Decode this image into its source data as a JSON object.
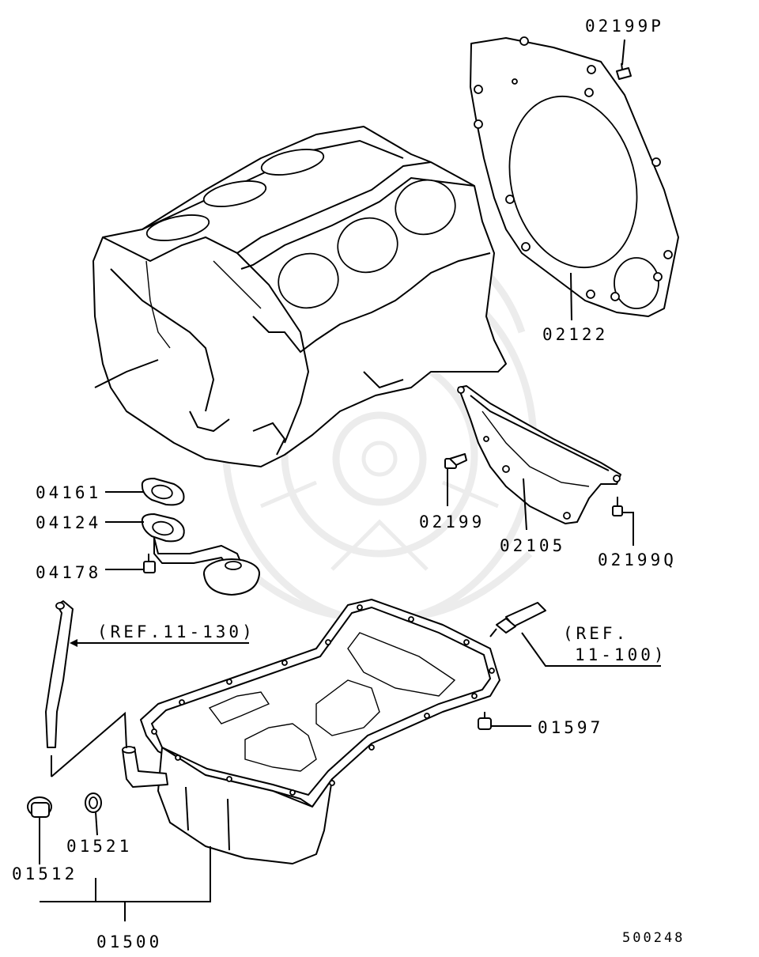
{
  "diagram": {
    "callouts": {
      "c02199P": "02199P",
      "c02122": "02122",
      "c04161": "04161",
      "c04124": "04124",
      "c04178": "04178",
      "c02199": "02199",
      "c02105": "02105",
      "c02199Q": "02199Q",
      "ref11_130": "(REF.11-130)",
      "ref11_100_line1": "(REF.",
      "ref11_100_line2": "11-100)",
      "c01597": "01597",
      "c01521": "01521",
      "c01512": "01512",
      "c01500": "01500"
    },
    "diagram_id": "500248"
  }
}
